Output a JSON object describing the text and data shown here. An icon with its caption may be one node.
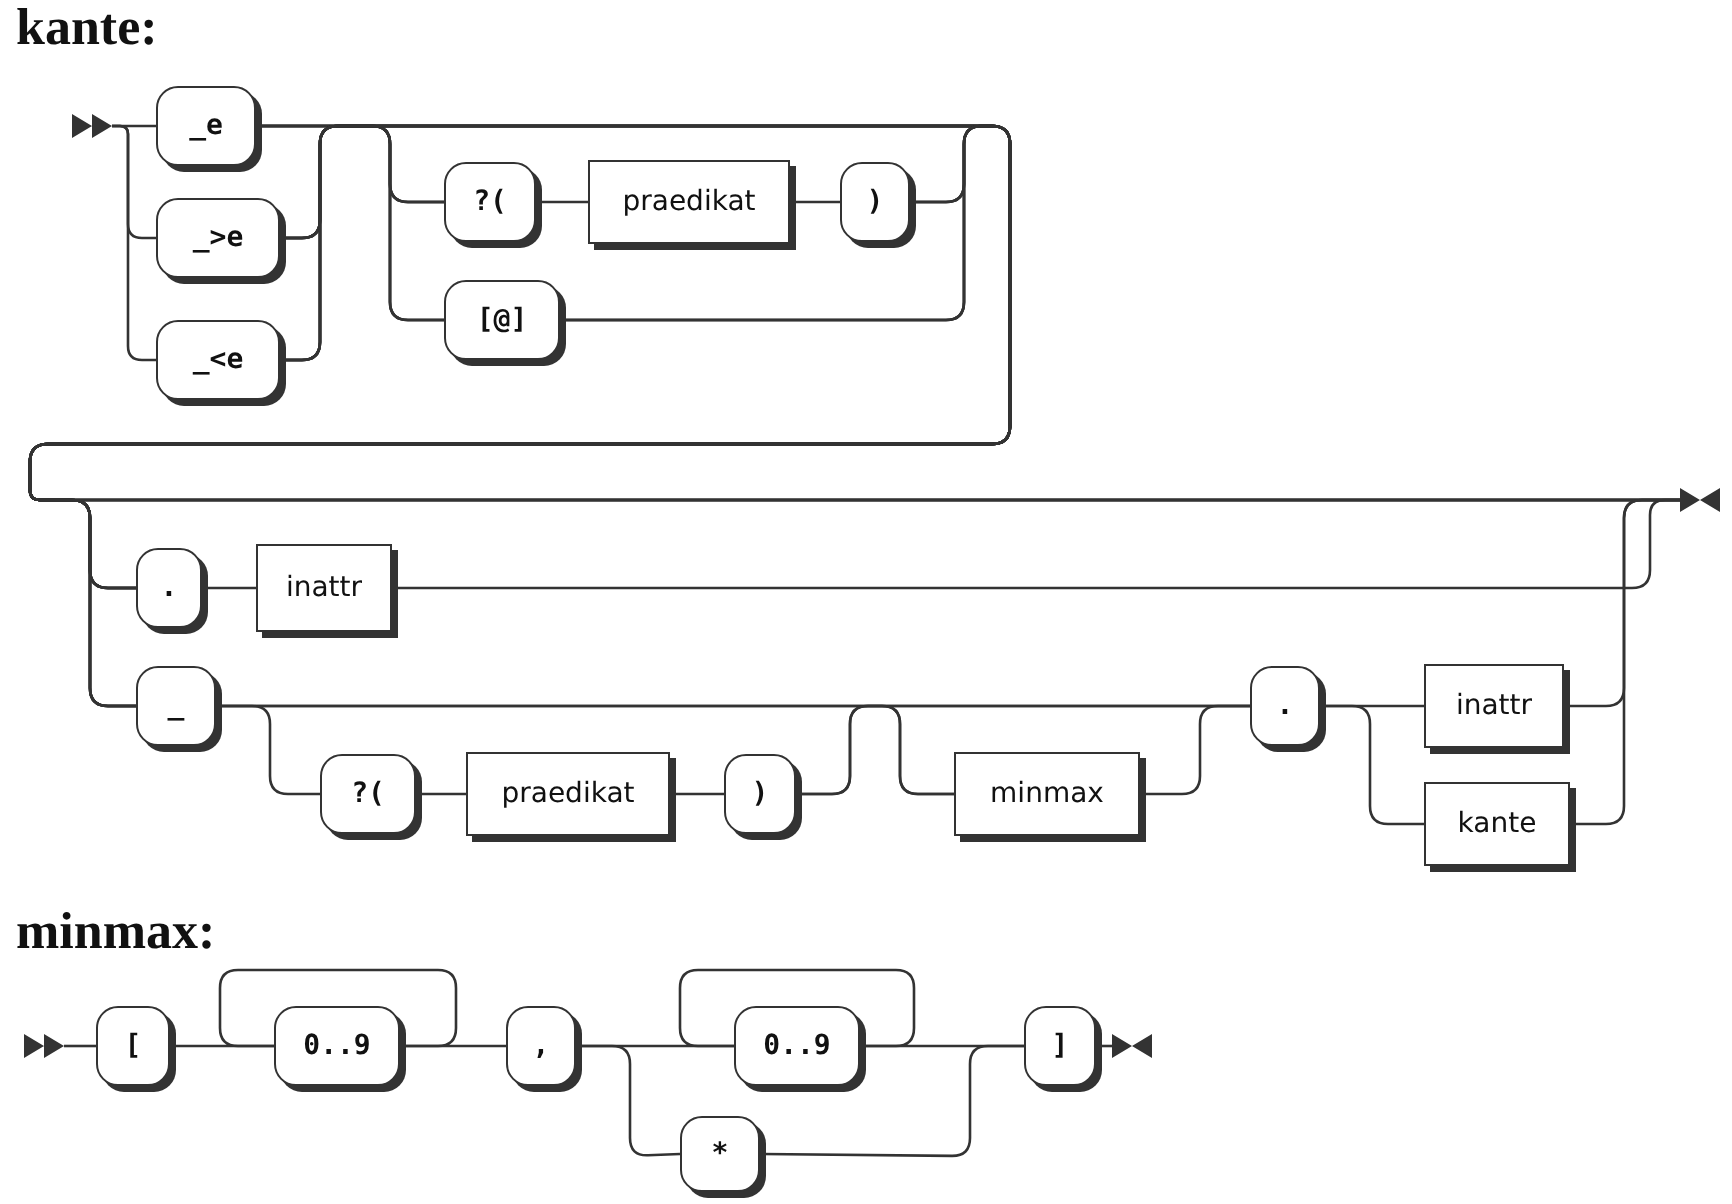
{
  "diagram": {
    "nodes": [
      {
        "text": [],
        "shape": "triangle"
      },
      {
        "text": [
          "_e"
        ]
      },
      {
        "text": [
          "_>e"
        ]
      },
      {
        "text": [
          "_<e"
        ]
      },
      {
        "text": [
          "?("
        ]
      },
      {
        "text": [
          "praedikat"
        ]
      },
      {
        "text": [
          ")"
        ]
      },
      {
        "text": [
          "[@]"
        ]
      },
      {
        "text": [
          "."
        ]
      },
      {
        "text": [
          "inattr"
        ]
      },
      {
        "text": [
          "_"
        ]
      },
      {
        "text": [
          "?("
        ]
      },
      {
        "text": [
          "praedikat"
        ]
      },
      {
        "text": [
          ")"
        ]
      },
      {
        "text": [
          "minmax"
        ]
      },
      {
        "text": [
          "."
        ]
      },
      {
        "text": [
          "inattr"
        ]
      },
      {
        "text": [
          "kante"
        ]
      },
      {
        "text": [],
        "shape": "triangle"
      },
      {
        "text": [],
        "shape": "triangle"
      },
      {
        "text": [
          "["
        ]
      },
      {
        "text": [
          "0..9"
        ]
      },
      {
        "text": [
          ","
        ]
      },
      {
        "text": [
          "0..9"
        ]
      },
      {
        "text": [
          "*"
        ]
      },
      {
        "text": [
          "]"
        ]
      },
      {
        "text": [],
        "shape": "triangle"
      }
    ],
    "edges": [
      {
        "from": 0,
        "to": 1,
        "arrow": "none"
      },
      {
        "from": 0,
        "to": 2,
        "arrow": "none"
      },
      {
        "from": 0,
        "to": 3,
        "arrow": "none"
      },
      {
        "from": 1,
        "to": 4,
        "arrow": "none"
      },
      {
        "from": 1,
        "to": 7,
        "arrow": "none"
      },
      {
        "from": 1,
        "to": 8,
        "arrow": "none"
      },
      {
        "from": 1,
        "to": 10,
        "arrow": "none"
      },
      {
        "from": 1,
        "to": 18,
        "arrow": "none"
      },
      {
        "from": 2,
        "to": 4,
        "arrow": "none"
      },
      {
        "from": 2,
        "to": 7,
        "arrow": "none"
      },
      {
        "from": 2,
        "to": 8,
        "arrow": "none"
      },
      {
        "from": 2,
        "to": 10,
        "arrow": "none"
      },
      {
        "from": 2,
        "to": 18,
        "arrow": "none"
      },
      {
        "from": 3,
        "to": 4,
        "arrow": "none"
      },
      {
        "from": 3,
        "to": 7,
        "arrow": "none"
      },
      {
        "from": 3,
        "to": 8,
        "arrow": "none"
      },
      {
        "from": 3,
        "to": 10,
        "arrow": "none"
      },
      {
        "from": 3,
        "to": 18,
        "arrow": "none"
      },
      {
        "from": 4,
        "to": 5,
        "arrow": "none"
      },
      {
        "from": 5,
        "to": 6,
        "arrow": "none"
      },
      {
        "from": 6,
        "to": 8,
        "arrow": "none"
      },
      {
        "from": 6,
        "to": 10,
        "arrow": "none"
      },
      {
        "from": 6,
        "to": 18,
        "arrow": "none"
      },
      {
        "from": 7,
        "to": 8,
        "arrow": "none"
      },
      {
        "from": 7,
        "to": 10,
        "arrow": "none"
      },
      {
        "from": 7,
        "to": 18,
        "arrow": "none"
      },
      {
        "from": 8,
        "to": 9,
        "arrow": "none"
      },
      {
        "from": 9,
        "to": 18,
        "arrow": "none"
      },
      {
        "from": 10,
        "to": 11,
        "arrow": "none"
      },
      {
        "from": 10,
        "to": 14,
        "arrow": "none"
      },
      {
        "from": 10,
        "to": 15,
        "arrow": "none"
      },
      {
        "from": 11,
        "to": 12,
        "arrow": "none"
      },
      {
        "from": 12,
        "to": 13,
        "arrow": "none"
      },
      {
        "from": 13,
        "to": 14,
        "arrow": "none"
      },
      {
        "from": 13,
        "to": 15,
        "arrow": "none"
      },
      {
        "from": 14,
        "to": 15,
        "arrow": "none"
      },
      {
        "from": 15,
        "to": 16,
        "arrow": "none"
      },
      {
        "from": 15,
        "to": 17,
        "arrow": "none"
      },
      {
        "from": 16,
        "to": 18,
        "arrow": "none"
      },
      {
        "from": 17,
        "to": 18,
        "arrow": "none"
      },
      {
        "from": 19,
        "to": 20,
        "arrow": "none"
      },
      {
        "from": 20,
        "to": 21,
        "arrow": "none"
      },
      {
        "from": 21,
        "to": 21,
        "arrow": "none"
      },
      {
        "from": 21,
        "to": 22,
        "arrow": "none"
      },
      {
        "from": 22,
        "to": 23,
        "arrow": "none"
      },
      {
        "from": 22,
        "to": 24,
        "arrow": "none"
      },
      {
        "from": 23,
        "to": 23,
        "arrow": "none"
      },
      {
        "from": 23,
        "to": 25,
        "arrow": "none"
      },
      {
        "from": 24,
        "to": 25,
        "arrow": "none"
      },
      {
        "from": 25,
        "to": 26,
        "arrow": "none"
      }
    ],
    "labels": [
      "kante:",
      "minmax:"
    ]
  }
}
